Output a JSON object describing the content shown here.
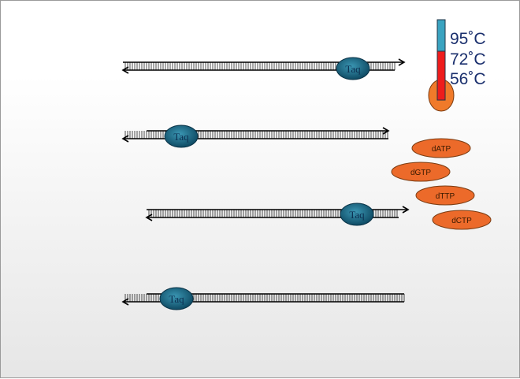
{
  "enzyme_label": "Taq",
  "temperatures": [
    "95˚C",
    "72˚C",
    "56˚C"
  ],
  "nucleotides": [
    "dATP",
    "dGTP",
    "dTTP",
    "dCTP"
  ],
  "colors": {
    "strand": "#000000",
    "taq_fill": "#1f6f8b",
    "taq_dark": "#0f4860",
    "thermo_top": "#3aa3c0",
    "thermo_red": "#ee1c1c",
    "thermo_bulb": "#f07a2a",
    "ntp_fill": "#ec6a2a",
    "ntp_stroke": "#7a3c12"
  }
}
